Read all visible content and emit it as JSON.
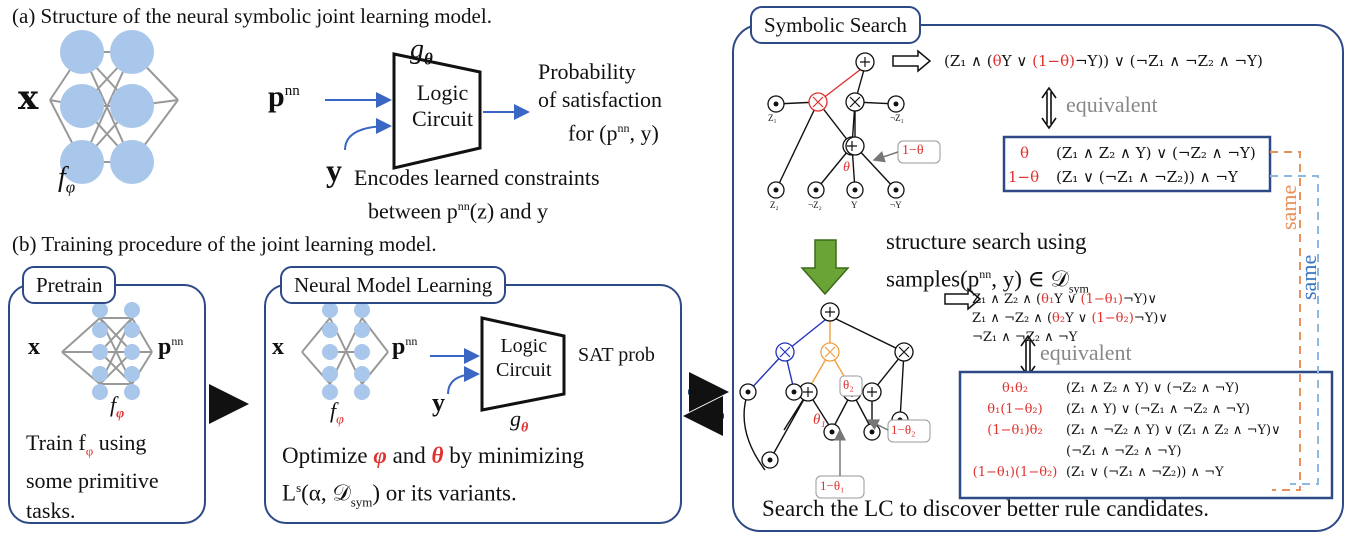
{
  "panel_a": {
    "caption": "(a) Structure of the neural symbolic joint learning model.",
    "x_label": "x",
    "f_label": "f",
    "f_sub": "φ",
    "p_label": "p",
    "p_sup": "nn",
    "g_label": "g",
    "g_sub": "θ",
    "lc_line1": "Logic",
    "lc_line2": "Circuit",
    "prob_line1": "Probability",
    "prob_line2": "of satisfaction",
    "prob_line3": "for (p",
    "prob_line3_sup": "nn",
    "prob_line3_end": ", y)",
    "y_label": "y",
    "encodes_line1": "Encodes learned constraints",
    "encodes_line2": "between p",
    "encodes_line2_sup": "nn",
    "encodes_line2_end": "(z) and y"
  },
  "panel_b": {
    "caption": "(b) Training procedure of the joint learning model.",
    "pretrain_tag": "Pretrain",
    "pretrain_x": "x",
    "pretrain_p": "p",
    "pretrain_p_sup": "nn",
    "pretrain_f": "f",
    "pretrain_f_sub": "φ",
    "pretrain_text1": "Train f",
    "pretrain_text1_sub": "φ",
    "pretrain_text1_end": " using",
    "pretrain_text2": "some primitive",
    "pretrain_text3": "tasks.",
    "nml_tag": "Neural Model Learning",
    "nml_x": "x",
    "nml_p": "p",
    "nml_p_sup": "nn",
    "nml_y": "y",
    "nml_f": "f",
    "nml_f_sub": "φ",
    "nml_g": "g",
    "nml_g_sub": "θ",
    "nml_lc1": "Logic",
    "nml_lc2": "Circuit",
    "nml_sat": "SAT prob",
    "opt_pre": "Optimize ",
    "opt_phi": "φ",
    "opt_and": " and ",
    "opt_theta": "θ",
    "opt_post": " by minimizing",
    "loss_text": "L",
    "loss_sup": "s",
    "loss_args": "(α, 𝒟",
    "loss_sub": "sym",
    "loss_end": ") or its variants."
  },
  "symbolic": {
    "tag": "Symbolic Search",
    "formula_top_a": "(Z",
    "formula_top": "(Z₁ ∧ (θY ∨ (1−θ)¬Y)) ∨ (¬Z₁ ∧ ¬Z₂ ∧ ¬Y)",
    "formula_top_p1": "(Z₁ ∧ (",
    "formula_top_theta": "θ",
    "formula_top_p2": "Y ∨ ",
    "formula_top_1mt": "(1−θ)",
    "formula_top_p3": "¬Y)) ∨ (¬Z₁ ∧ ¬Z₂ ∧ ¬Y)",
    "equivalent1": "equivalent",
    "rule1_w": "θ",
    "rule1_f": "(Z₁ ∧ Z₂ ∧ Y) ∨ (¬Z₂ ∧ ¬Y)",
    "rule2_w": "1−θ",
    "rule2_f": "(Z₁ ∨ (¬Z₁ ∧ ¬Z₂)) ∧ ¬Y",
    "tree1_label_1mt": "1−θ",
    "tree1_theta": "θ",
    "search_line1": "structure search using",
    "search_line2": "samples(p",
    "search_line2_sup": "nn",
    "search_line2_end": ", y) ∈ 𝒟",
    "search_line2_sub": "sym",
    "formula_mid1_a": "Z₁ ∧ Z₂ ∧ (",
    "formula_mid1_t": "θ₁",
    "formula_mid1_b": "Y ∨ ",
    "formula_mid1_c": "(1−θ₁)",
    "formula_mid1_d": "¬Y)∨",
    "formula_mid2_a": "Z₁ ∧ ¬Z₂ ∧ (",
    "formula_mid2_t": "θ₂",
    "formula_mid2_b": "Y ∨ ",
    "formula_mid2_c": "(1−θ₂)",
    "formula_mid2_d": "¬Y)∨",
    "formula_mid3": "¬Z₁ ∧ ¬Z₂ ∧ ¬Y",
    "equivalent2": "equivalent",
    "rules2": [
      {
        "w": "θ₁θ₂",
        "f": "(Z₁ ∧ Z₂ ∧ Y) ∨ (¬Z₂ ∧ ¬Y)"
      },
      {
        "w": "θ₁(1−θ₂)",
        "f": "(Z₁ ∧ Y) ∨ (¬Z₁ ∧ ¬Z₂ ∧ ¬Y)"
      },
      {
        "w": "(1−θ₁)θ₂",
        "f": "(Z₁ ∧ ¬Z₂ ∧ Y) ∨ (Z₁ ∧ Z₂ ∧ ¬Y)∨"
      },
      {
        "w": "",
        "f": "(¬Z₁ ∧ ¬Z₂ ∧ ¬Y)"
      },
      {
        "w": "(1−θ₁)(1−θ₂)",
        "f": "(Z₁ ∨ (¬Z₁ ∧ ¬Z₂)) ∧ ¬Y"
      }
    ],
    "same1": "same",
    "same2": "same",
    "tree2_t1": "θ₁",
    "tree2_t2": "θ₂",
    "tree2_1mt1": "1−θ₁",
    "tree2_1mt2": "1−θ₂",
    "footer": "Search the LC to discover better rule candidates.",
    "leaf_z1": "Z₁",
    "leaf_nz1": "¬Z₁",
    "leaf_z2": "Z₂",
    "leaf_nz2": "¬Z₂",
    "leaf_y": "Y",
    "leaf_ny": "¬Y"
  },
  "colors": {
    "frame": "#2d4a86",
    "node": "#a9c7ea",
    "red": "#e0312e",
    "orange": "#f0a040",
    "blue": "#2233bb",
    "green": "#6aa336",
    "dash_orange": "#e8915a",
    "dash_blue": "#8fb8e0",
    "gray_text": "#888888"
  }
}
